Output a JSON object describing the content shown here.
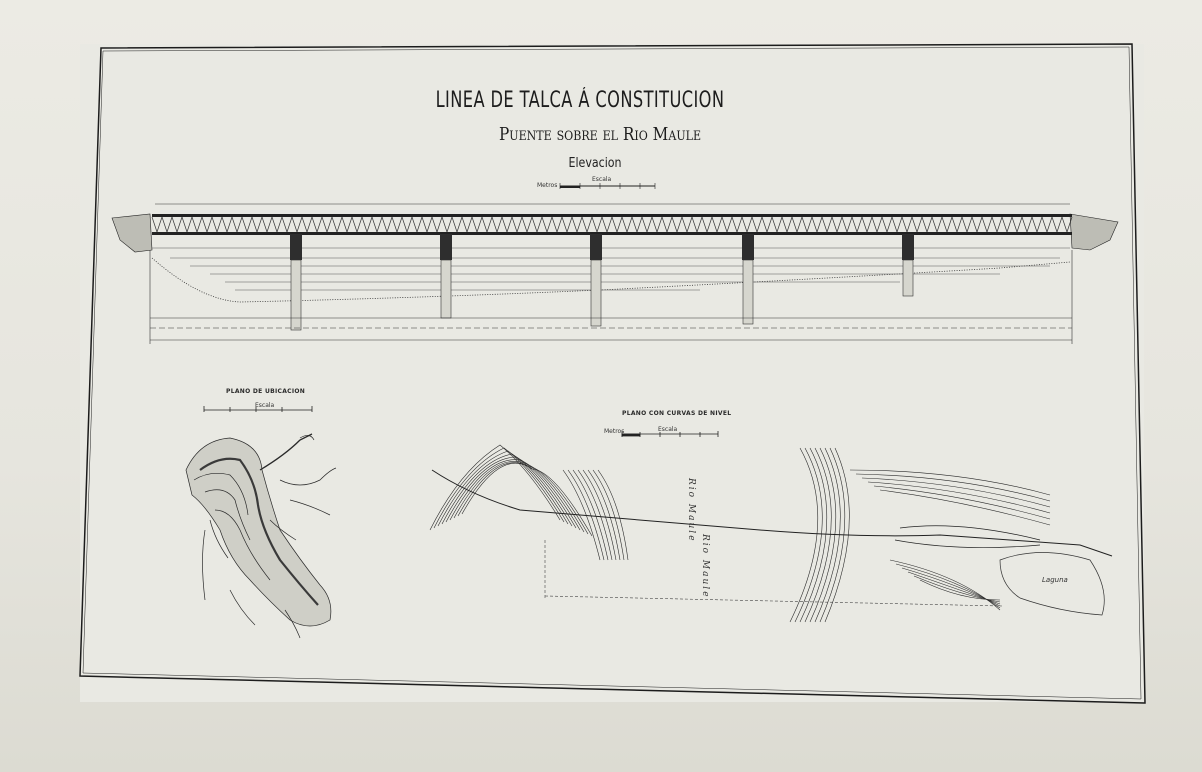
{
  "header": {
    "title_line1": "LINEA DE TALCA Á CONSTITUCION",
    "title_line2": "Puente sobre el Rio Maule",
    "title_line3": "Elevacion"
  },
  "elevation": {
    "scale_label": "Escala",
    "scale_units": "Metros"
  },
  "location_plan": {
    "title": "PLANO DE UBICACION",
    "scale_label": "Escala"
  },
  "contour_plan": {
    "title": "PLANO CON CURVAS DE NIVEL",
    "scale_label": "Escala",
    "scale_units": "Metros",
    "river_label": "Rio Maule",
    "lagoon_label": "Laguna"
  },
  "colors": {
    "ink": "#1f1f1f",
    "paper": "#e9e9e3",
    "page": "#e6e4db"
  }
}
